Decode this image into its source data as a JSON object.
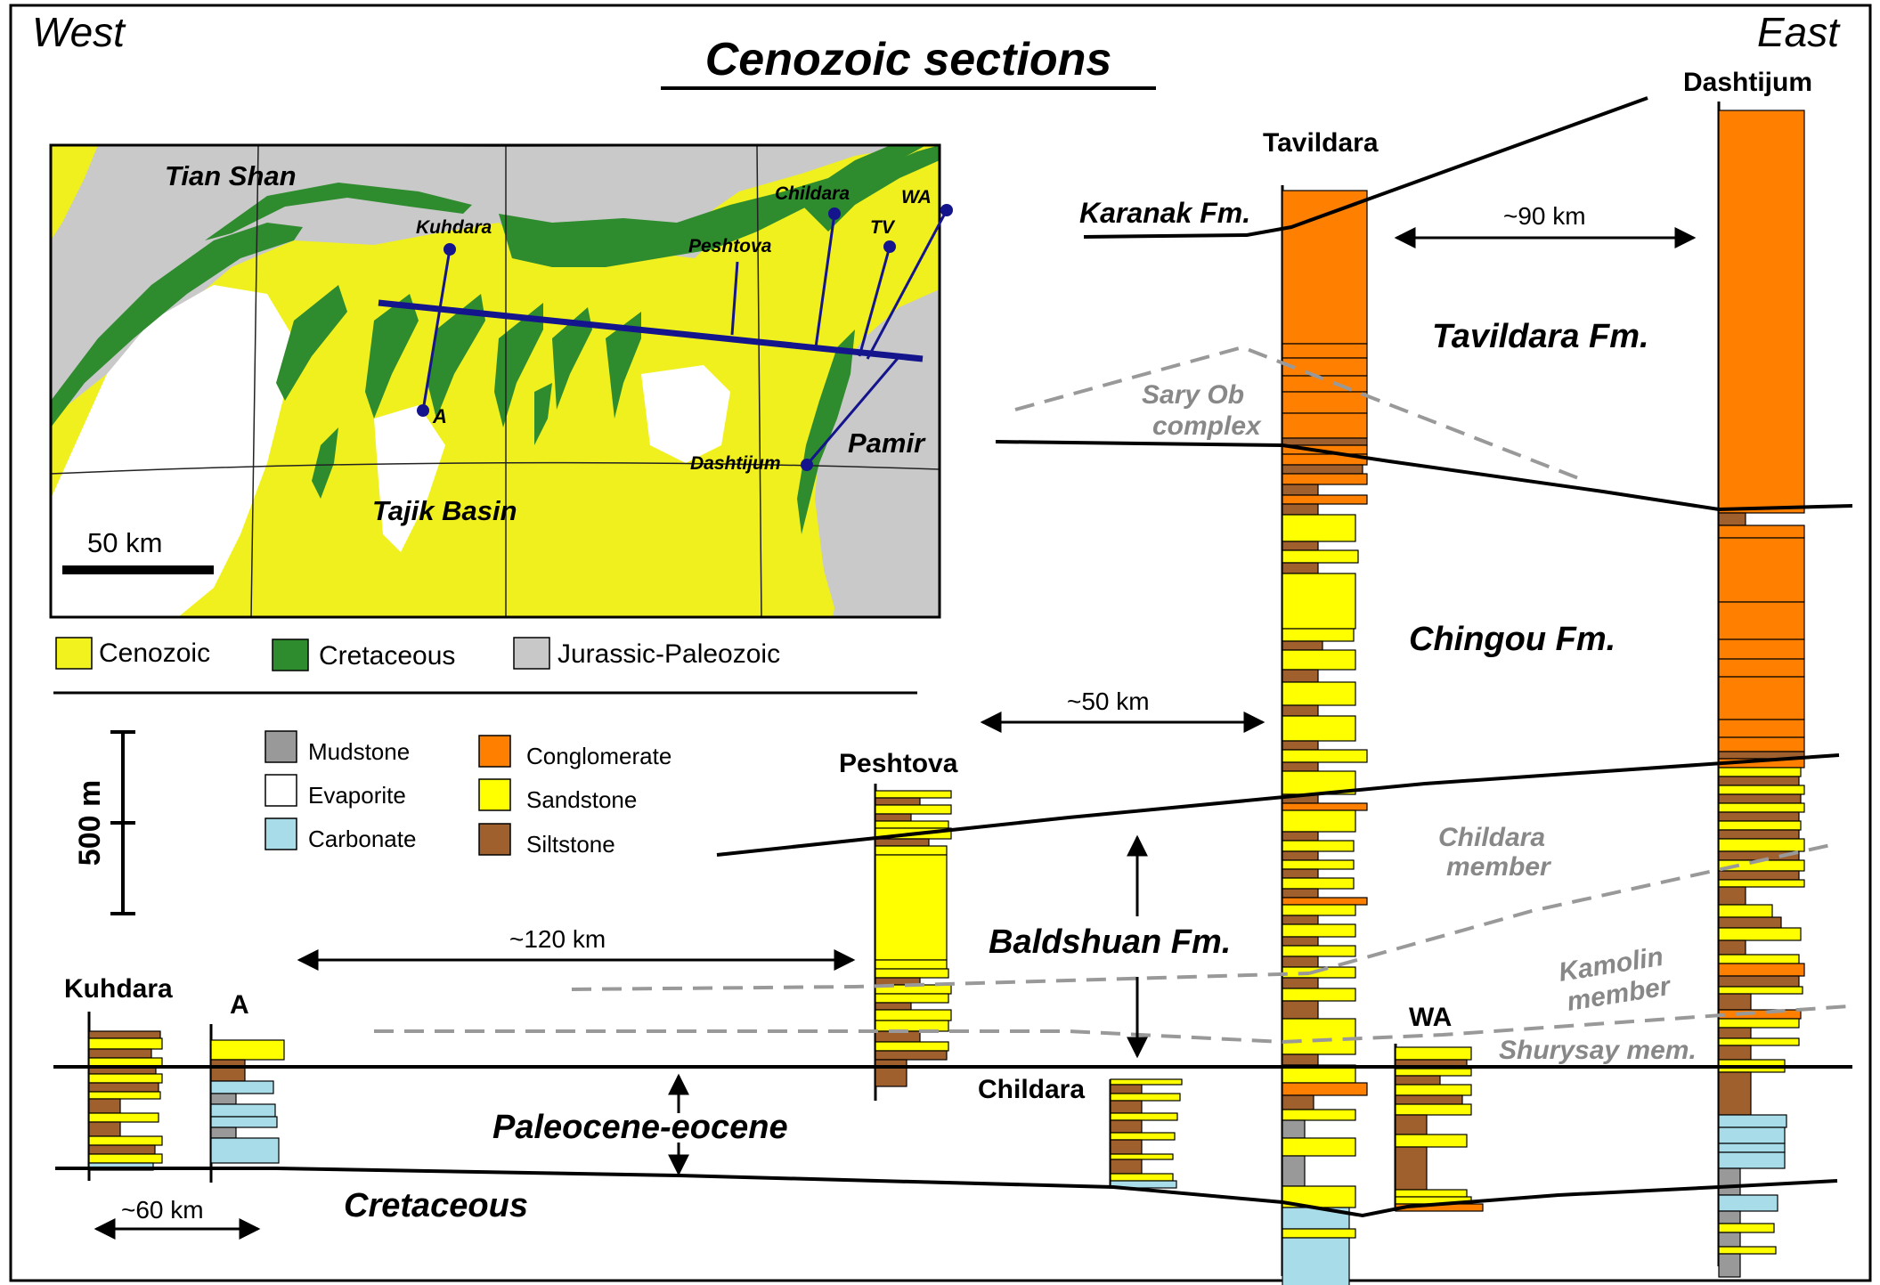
{
  "title": "Cenozoic sections",
  "orientation": {
    "west": "West",
    "east": "East"
  },
  "map": {
    "regions": {
      "tian_shan": "Tian Shan",
      "tajik_basin": "Tajik Basin",
      "pamir": "Pamir"
    },
    "localities": {
      "kuhdara": "Kuhdara",
      "a": "A",
      "peshtova": "Peshtova",
      "childara": "Childara",
      "tv": "TV",
      "wa": "WA",
      "dashtijum": "Dashtijum"
    },
    "scale_label": "50 km",
    "legend": [
      {
        "label": "Cenozoic",
        "color": "#f2f21f"
      },
      {
        "label": "Cretaceous",
        "color": "#2e8b2e"
      },
      {
        "label": "Jurassic-Paleozoic",
        "color": "#c8c8c8"
      }
    ]
  },
  "scale_bar_label": "500 m",
  "lithology_legend": [
    {
      "label": "Mudstone",
      "color": "#999999"
    },
    {
      "label": "Evaporite",
      "color": "#ffffff"
    },
    {
      "label": "Carbonate",
      "color": "#a8dce8"
    },
    {
      "label": "Conglomerate",
      "color": "#ff7f00"
    },
    {
      "label": "Sandstone",
      "color": "#ffff00"
    },
    {
      "label": "Siltstone",
      "color": "#a0602e"
    }
  ],
  "sections": {
    "kuhdara": "Kuhdara",
    "a": "A",
    "peshtova": "Peshtova",
    "childara": "Childara",
    "tavildara": "Tavildara",
    "wa": "WA",
    "dashtijum": "Dashtijum"
  },
  "formations": {
    "karanak": "Karanak Fm.",
    "tavildara": "Tavildara Fm.",
    "sary_ob": [
      "Sary Ob",
      "complex"
    ],
    "chingou": "Chingou Fm.",
    "childara_member": [
      "Childara",
      "member"
    ],
    "kamolin_member": [
      "Kamolin",
      "member"
    ],
    "shurysay": "Shurysay mem.",
    "baldshuan": "Baldshuan Fm.",
    "paleocene_eocene": "Paleocene-eocene",
    "cretaceous": "Cretaceous"
  },
  "distances": {
    "d90": "~90 km",
    "d50": "~50 km",
    "d120": "~120 km",
    "d60": "~60 km"
  }
}
